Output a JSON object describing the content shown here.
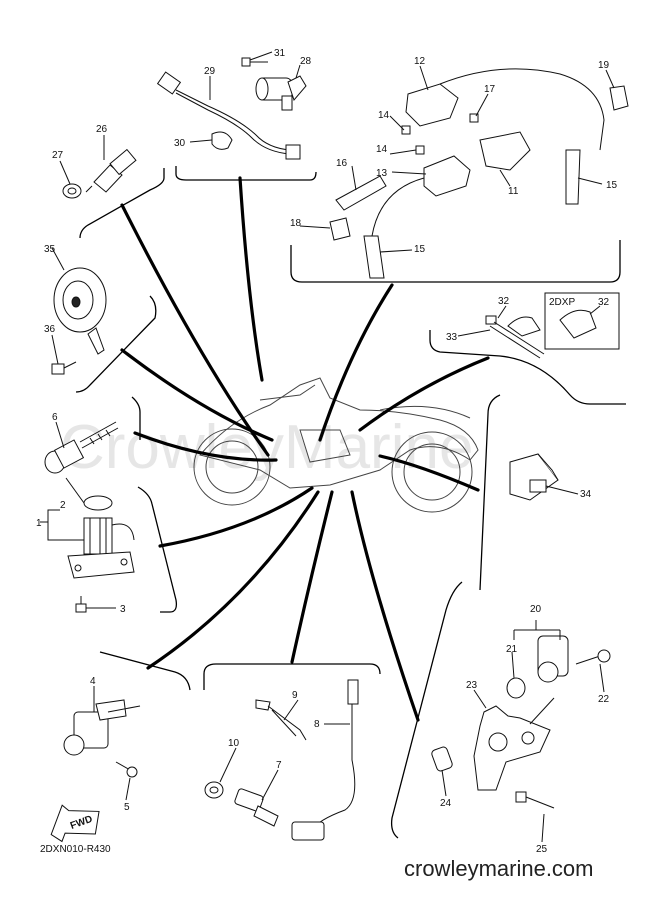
{
  "watermark": "CrowleyMarine",
  "footer_site": "crowleymarine.com",
  "diagram_code": "2DXN010-R430",
  "fwd_label": "FWD",
  "variant_label": "2DXP",
  "callouts": [
    {
      "id": "c1",
      "text": "1"
    },
    {
      "id": "c2",
      "text": "2"
    },
    {
      "id": "c3",
      "text": "3"
    },
    {
      "id": "c4",
      "text": "4"
    },
    {
      "id": "c5",
      "text": "5"
    },
    {
      "id": "c6",
      "text": "6"
    },
    {
      "id": "c7",
      "text": "7"
    },
    {
      "id": "c8",
      "text": "8"
    },
    {
      "id": "c9",
      "text": "9"
    },
    {
      "id": "c10",
      "text": "10"
    },
    {
      "id": "c11",
      "text": "11"
    },
    {
      "id": "c12",
      "text": "12"
    },
    {
      "id": "c13",
      "text": "13"
    },
    {
      "id": "c14a",
      "text": "14"
    },
    {
      "id": "c14b",
      "text": "14"
    },
    {
      "id": "c15a",
      "text": "15"
    },
    {
      "id": "c15b",
      "text": "15"
    },
    {
      "id": "c16",
      "text": "16"
    },
    {
      "id": "c17",
      "text": "17"
    },
    {
      "id": "c18",
      "text": "18"
    },
    {
      "id": "c19",
      "text": "19"
    },
    {
      "id": "c20",
      "text": "20"
    },
    {
      "id": "c21",
      "text": "21"
    },
    {
      "id": "c22",
      "text": "22"
    },
    {
      "id": "c23",
      "text": "23"
    },
    {
      "id": "c24",
      "text": "24"
    },
    {
      "id": "c25",
      "text": "25"
    },
    {
      "id": "c26",
      "text": "26"
    },
    {
      "id": "c27",
      "text": "27"
    },
    {
      "id": "c28",
      "text": "28"
    },
    {
      "id": "c29",
      "text": "29"
    },
    {
      "id": "c30",
      "text": "30"
    },
    {
      "id": "c31",
      "text": "31"
    },
    {
      "id": "c32a",
      "text": "32"
    },
    {
      "id": "c32b",
      "text": "32"
    },
    {
      "id": "c33",
      "text": "33"
    },
    {
      "id": "c34",
      "text": "34"
    },
    {
      "id": "c35",
      "text": "35"
    },
    {
      "id": "c36",
      "text": "36"
    }
  ]
}
